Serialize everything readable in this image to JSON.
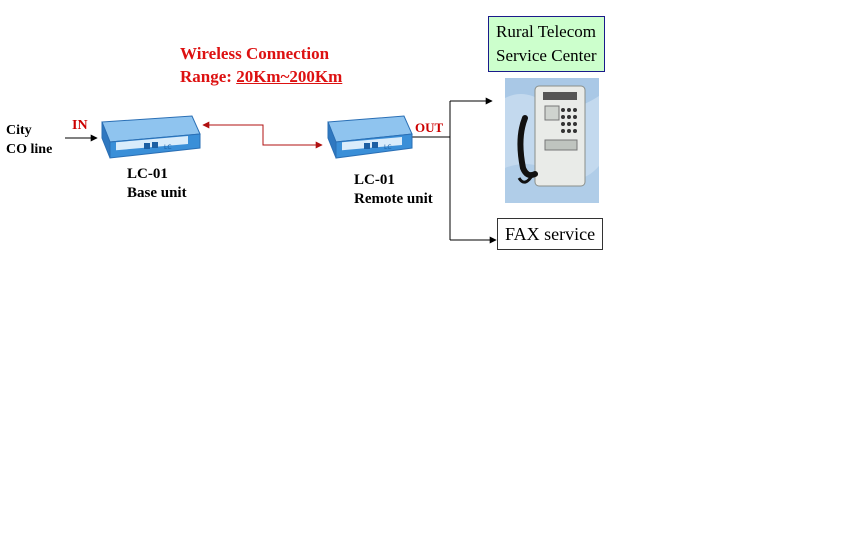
{
  "diagram": {
    "heading": {
      "line1": "Wireless Connection",
      "line2_prefix": "Range: ",
      "line2_range": "20Km~200Km"
    },
    "input": {
      "label_line1": "City",
      "label_line2": "CO line",
      "port_label": "IN"
    },
    "base_unit": {
      "model": "LC-01",
      "name": "Base unit"
    },
    "remote_unit": {
      "model": "LC-01",
      "name": "Remote unit",
      "port_label": "OUT"
    },
    "service_center": {
      "line1": "Rural Telecom",
      "line2": "Service Center"
    },
    "fax": {
      "label": "FAX service"
    },
    "colors": {
      "wireless_link": "#b01010",
      "label_red": "#cc0000",
      "service_box_fill": "#ccffcc",
      "device_blue": "#3a8fd8"
    }
  }
}
